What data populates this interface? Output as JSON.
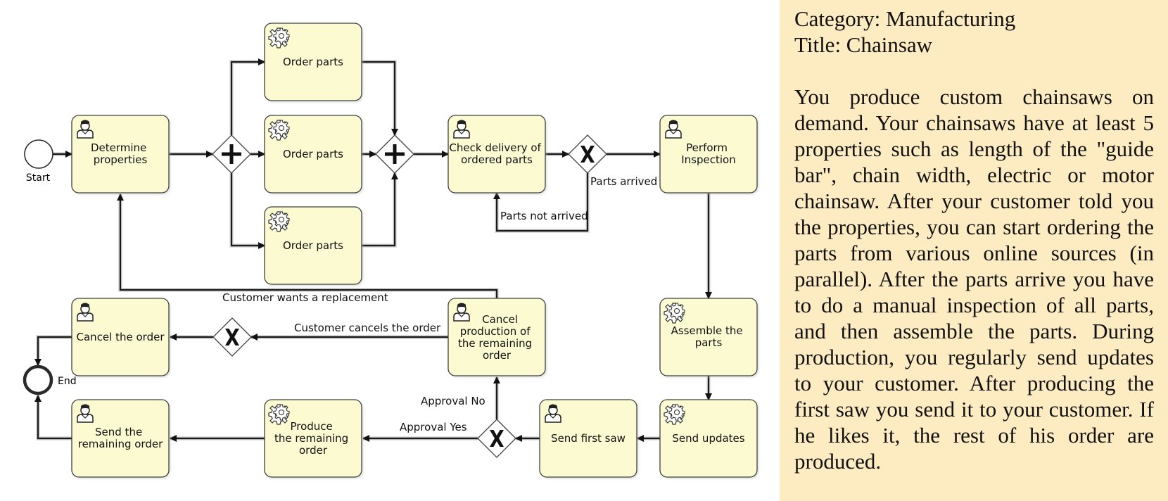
{
  "panel": {
    "category_line": "Category: Manufacturing",
    "title_line": "Title: Chainsaw",
    "description": "You produce custom chainsaws on demand. Your chainsaws have at least 5 properties such as length of the \"guide bar\", chain width, electric or motor chainsaw. After your customer told you the properties, you can start ordering the parts from various online sources (in parallel). After the parts arrive you have to do a manual inspection of all parts, and then assemble the parts. During production, you regularly send updates to your customer. After producing the first saw you send it to your customer. If he likes it, the rest of his order are produced."
  },
  "diagram": {
    "events": {
      "start": {
        "label": "Start",
        "icon": "start-event-icon"
      },
      "end": {
        "label": "End",
        "icon": "end-event-icon"
      }
    },
    "tasks": {
      "determine": {
        "lines": [
          "Determine",
          "properties"
        ],
        "type": "user",
        "icon": "user-icon"
      },
      "order1": {
        "lines": [
          "Order parts"
        ],
        "type": "service",
        "icon": "gear-icon"
      },
      "order2": {
        "lines": [
          "Order parts"
        ],
        "type": "service",
        "icon": "gear-icon"
      },
      "order3": {
        "lines": [
          "Order parts"
        ],
        "type": "service",
        "icon": "gear-icon"
      },
      "check": {
        "lines": [
          "Check delivery of",
          "ordered parts"
        ],
        "type": "user",
        "icon": "user-icon"
      },
      "inspect": {
        "lines": [
          "Perform",
          "Inspection"
        ],
        "type": "user",
        "icon": "user-icon"
      },
      "assemble": {
        "lines": [
          "Assemble the",
          "parts"
        ],
        "type": "service",
        "icon": "gear-icon"
      },
      "updates": {
        "lines": [
          "Send updates"
        ],
        "type": "service",
        "icon": "gear-icon"
      },
      "firstsaw": {
        "lines": [
          "Send first saw"
        ],
        "type": "user",
        "icon": "user-icon"
      },
      "produce": {
        "lines": [
          "Produce",
          "the remaining",
          "order"
        ],
        "type": "service",
        "icon": "gear-icon"
      },
      "sendrem": {
        "lines": [
          "Send the",
          "remaining order"
        ],
        "type": "user",
        "icon": "user-icon"
      },
      "cancelorder": {
        "lines": [
          "Cancel the order"
        ],
        "type": "user",
        "icon": "user-icon"
      },
      "cancelprod": {
        "lines": [
          "Cancel",
          "production of",
          "the remaining",
          "order"
        ],
        "type": "user",
        "icon": "user-icon"
      }
    },
    "gateways": {
      "split": {
        "kind": "parallel"
      },
      "join": {
        "kind": "parallel"
      },
      "xdelivery": {
        "kind": "exclusive"
      },
      "xapproval": {
        "kind": "exclusive"
      },
      "xcancel": {
        "kind": "exclusive"
      }
    },
    "edge_labels": {
      "parts_arrived": "Parts arrived",
      "parts_not_arrived": "Parts not arrived",
      "replacement": "Customer wants a replacement",
      "customer_cancels": "Customer cancels the order",
      "approval_no": "Approval No",
      "approval_yes": "Approval Yes"
    }
  }
}
